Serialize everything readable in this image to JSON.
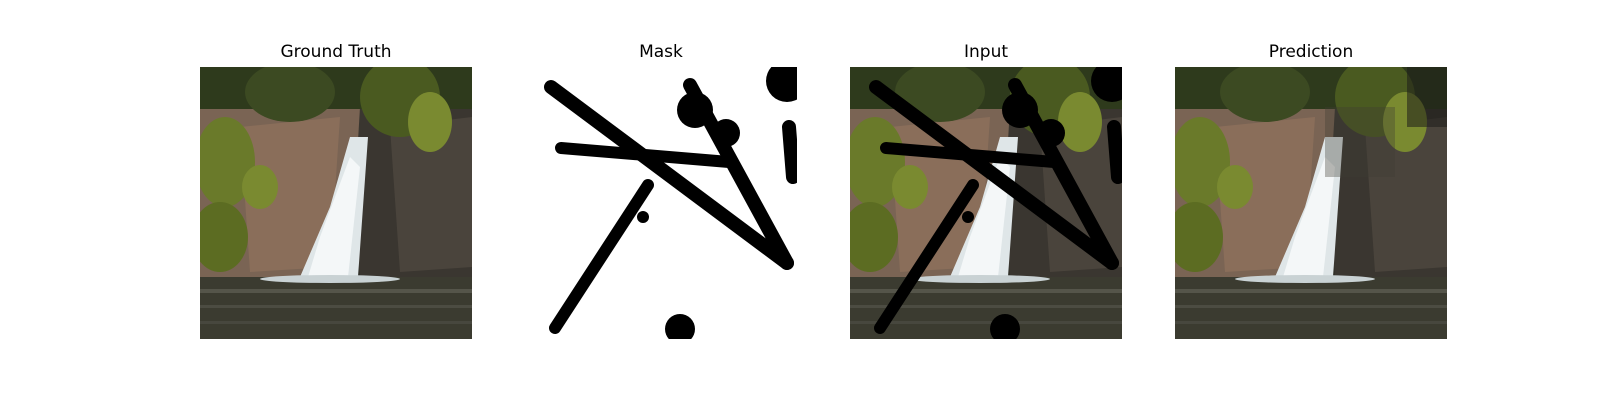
{
  "panels": [
    {
      "title": "Ground Truth",
      "kind": "ground-truth"
    },
    {
      "title": "Mask",
      "kind": "mask"
    },
    {
      "title": "Input",
      "kind": "input"
    },
    {
      "title": "Prediction",
      "kind": "prediction"
    }
  ],
  "colors": {
    "background": "#ffffff",
    "mask_stroke": "#000000",
    "water": "#3a3a30",
    "foliage": "#5e6b2a",
    "rock": "#6b5a4c",
    "waterfall": "#e9eef0"
  }
}
